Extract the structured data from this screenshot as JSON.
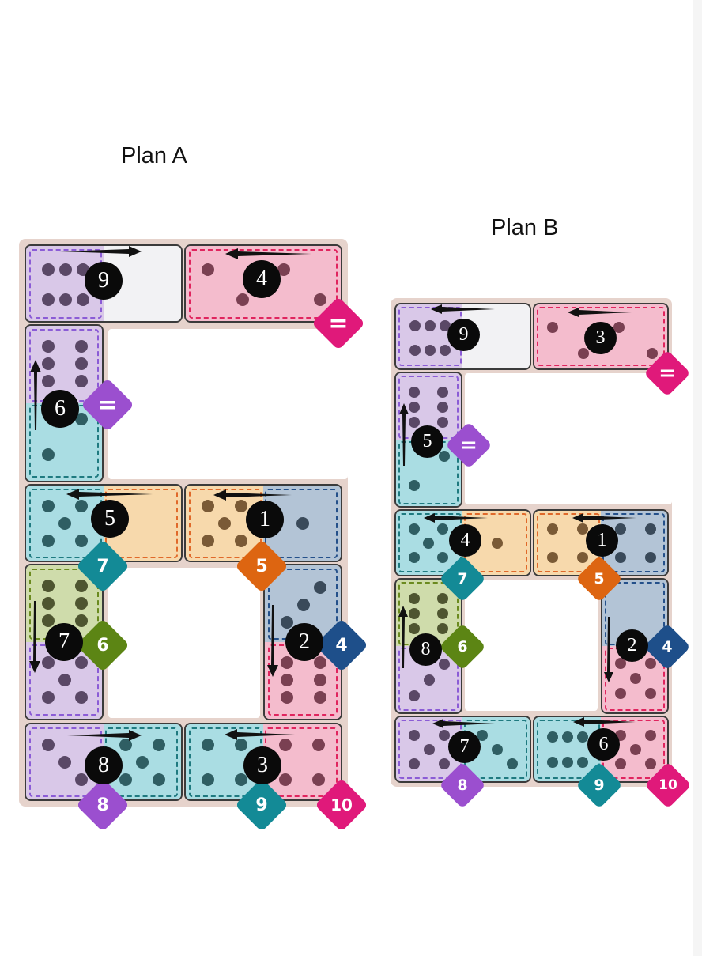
{
  "page": {
    "background": "#ffffff"
  },
  "colors": {
    "purple": "#d9c8e8",
    "purple_dot": "#5a4866",
    "purple_dash": "#8b5cd6",
    "purple_badge": "#9b4fcf",
    "pink": "#f4bccd",
    "pink_dot": "#7a4052",
    "pink_dash": "#e0245e",
    "pink_badge": "#e0197a",
    "cyan": "#aadde3",
    "cyan_dot": "#2f5e63",
    "cyan_dash": "#1f7a80",
    "cyan_badge": "#138a96",
    "orange": "#f7d9ac",
    "orange_dot": "#7a5a36",
    "orange_dash": "#e0692a",
    "orange_badge": "#dd6511",
    "slate": "#b3c4d6",
    "slate_dot": "#3a4a5a",
    "slate_dash": "#24508a",
    "slate_badge": "#1e4f8a",
    "green": "#cfdcab",
    "green_dot": "#4e5530",
    "green_dash": "#6b8a1f",
    "green_badge": "#5c8514",
    "blank": "#f2f2f4",
    "board": "#e6d3cc",
    "step_bg": "#0a0a0a"
  },
  "plans": [
    {
      "title": "Plan A",
      "steps": [
        {
          "number": "1",
          "arrow": "left"
        },
        {
          "number": "2",
          "arrow": "down"
        },
        {
          "number": "3",
          "arrow": "left"
        },
        {
          "number": "4",
          "arrow": "left"
        },
        {
          "number": "5",
          "arrow": "left"
        },
        {
          "number": "6",
          "arrow": "up"
        },
        {
          "number": "7",
          "arrow": "down"
        },
        {
          "number": "8",
          "arrow": "right"
        },
        {
          "number": "9",
          "arrow": "right"
        }
      ],
      "regions": [
        {
          "label": "5",
          "color": "orange"
        },
        {
          "label": "4",
          "color": "slate"
        },
        {
          "label": "7",
          "color": "cyan"
        },
        {
          "label": "6",
          "color": "green"
        },
        {
          "label": "8",
          "color": "purple"
        },
        {
          "label": "9",
          "color": "cyan"
        },
        {
          "label": "10",
          "color": "pink"
        },
        {
          "label": "=",
          "color": "pink"
        },
        {
          "label": "=",
          "color": "purple"
        }
      ]
    },
    {
      "title": "Plan B",
      "steps": [
        {
          "number": "1",
          "arrow": "left"
        },
        {
          "number": "2",
          "arrow": "down"
        },
        {
          "number": "3",
          "arrow": "left"
        },
        {
          "number": "4",
          "arrow": "left"
        },
        {
          "number": "5",
          "arrow": "up"
        },
        {
          "number": "6",
          "arrow": "left"
        },
        {
          "number": "7",
          "arrow": "left"
        },
        {
          "number": "8",
          "arrow": "up"
        },
        {
          "number": "9",
          "arrow": "left"
        }
      ],
      "regions": [
        {
          "label": "5",
          "color": "orange"
        },
        {
          "label": "4",
          "color": "slate"
        },
        {
          "label": "7",
          "color": "cyan"
        },
        {
          "label": "6",
          "color": "green"
        },
        {
          "label": "8",
          "color": "purple"
        },
        {
          "label": "9",
          "color": "cyan"
        },
        {
          "label": "10",
          "color": "pink"
        },
        {
          "label": "=",
          "color": "pink"
        },
        {
          "label": "=",
          "color": "purple"
        }
      ]
    }
  ]
}
